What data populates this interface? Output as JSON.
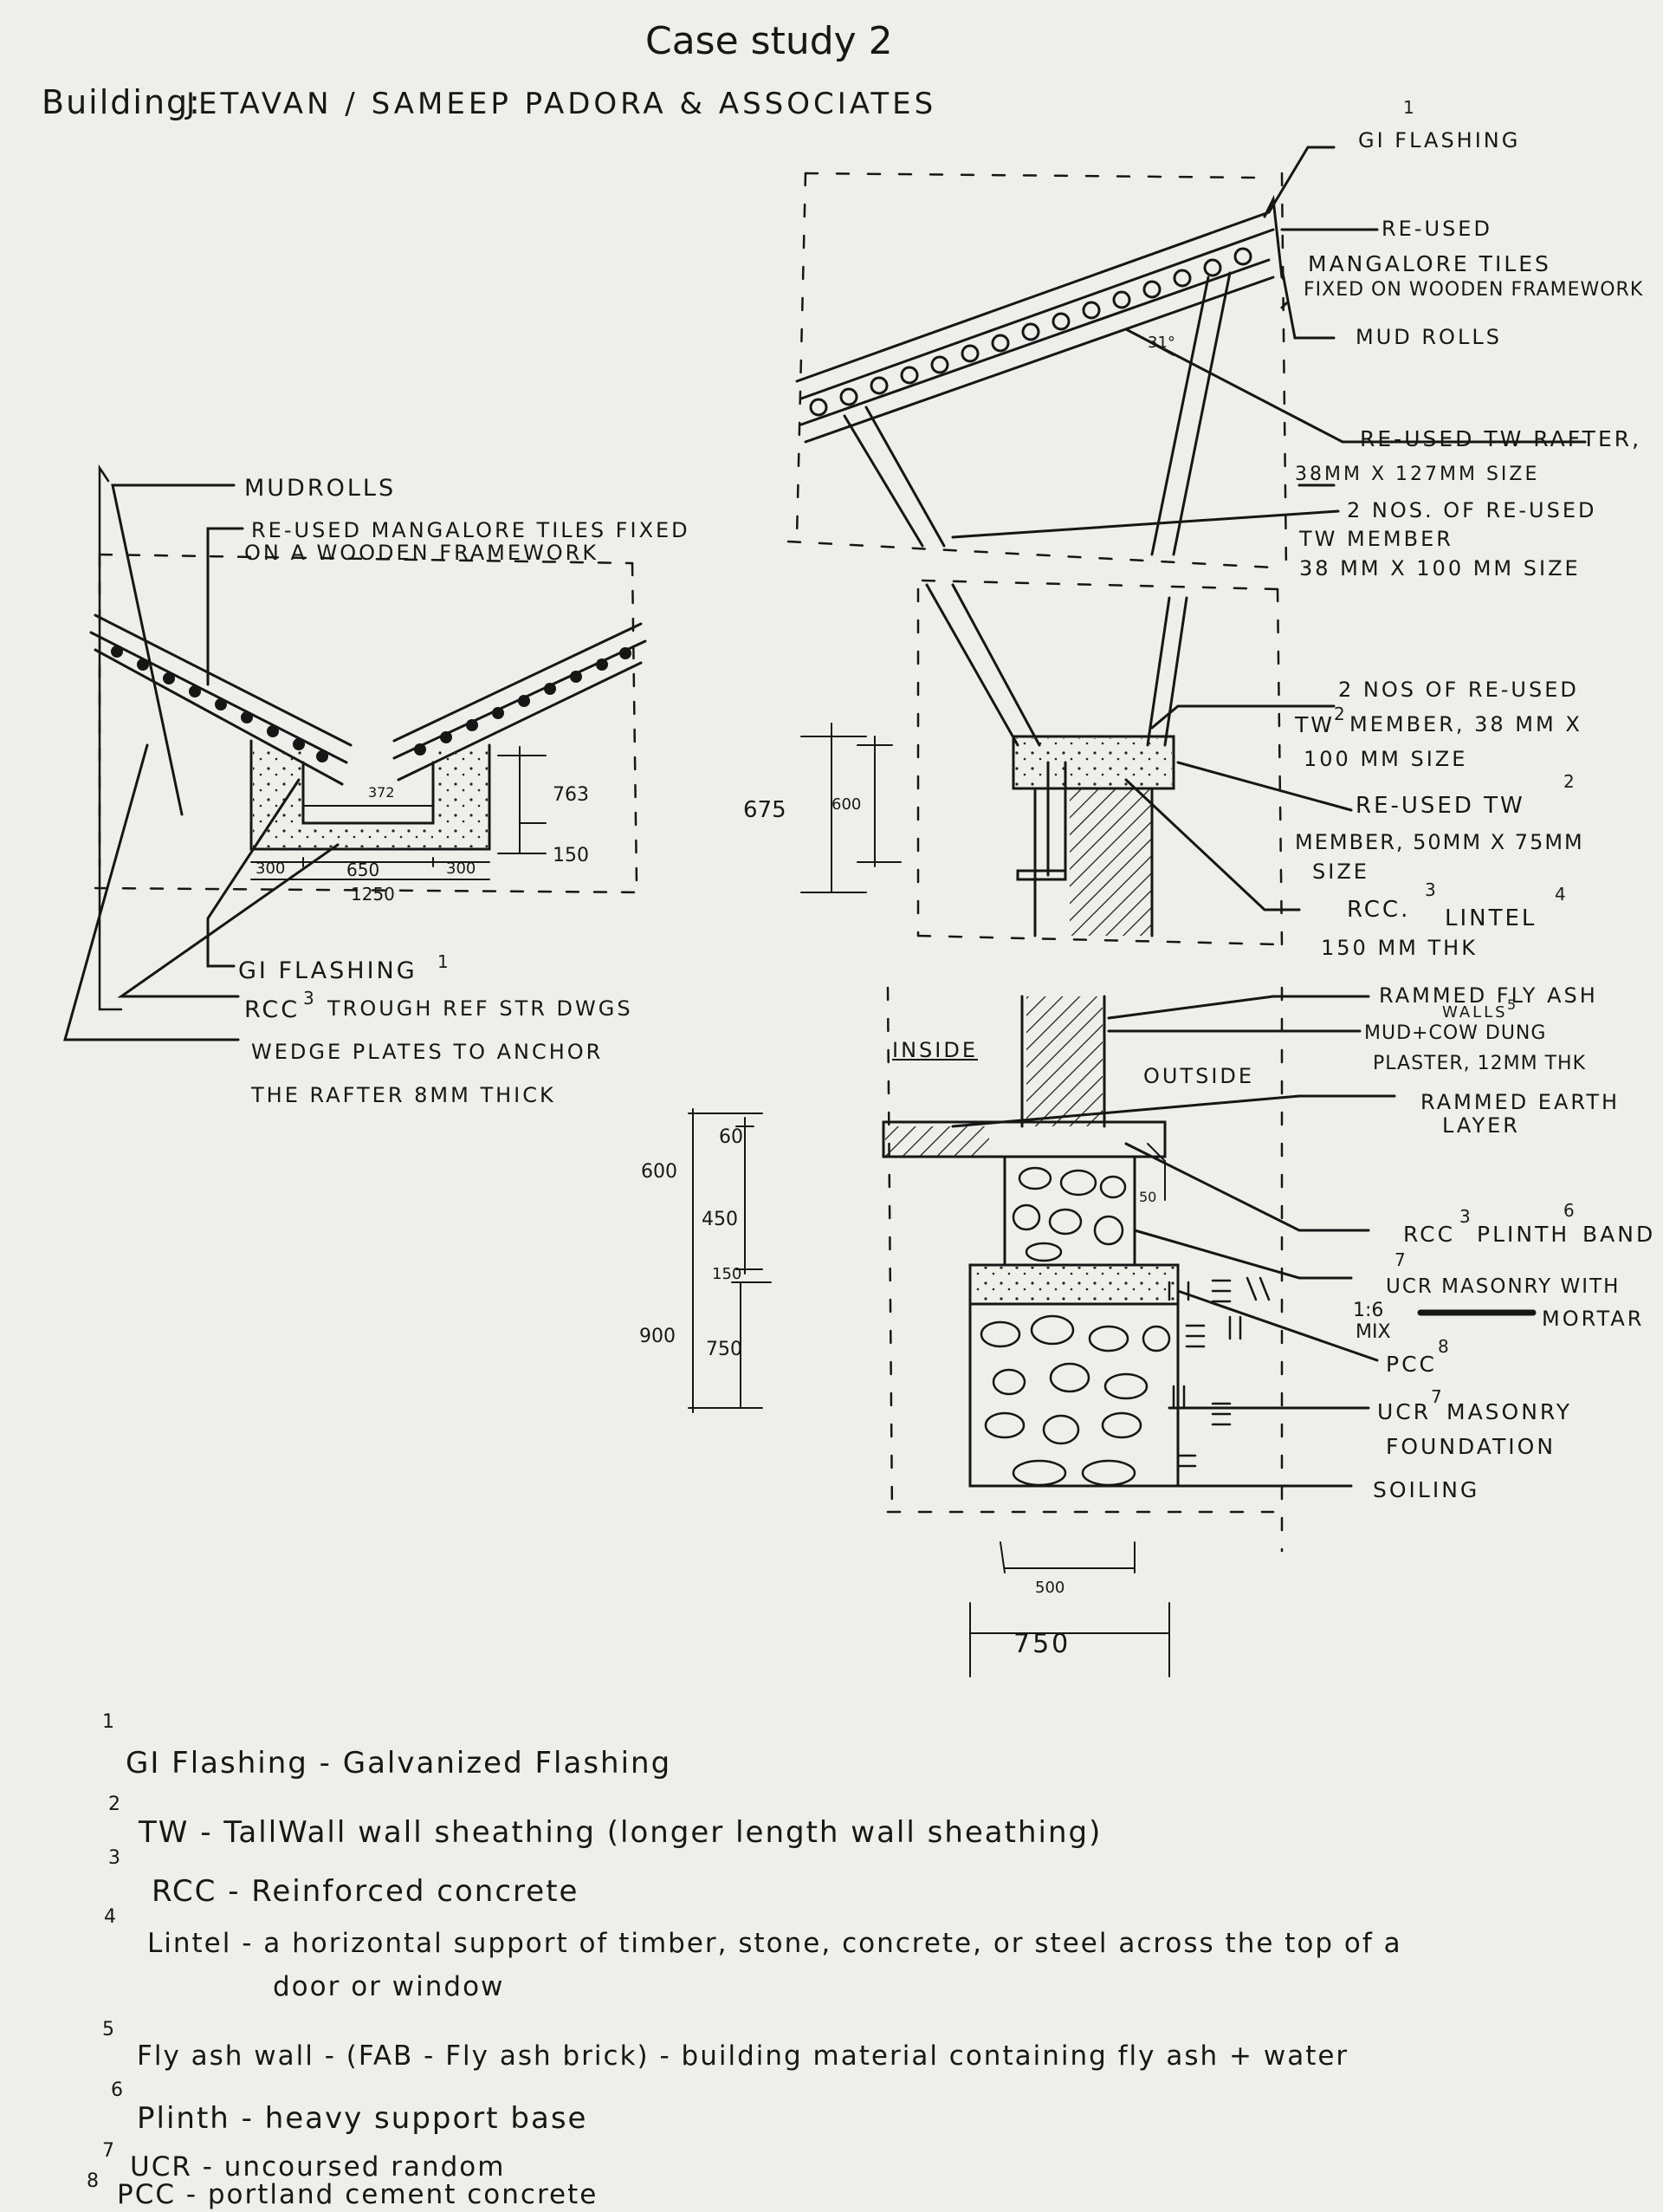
{
  "header": {
    "title": "Case study 2",
    "building_prefix": "Building:",
    "building_name": "JETAVAN / SAMEEP  PADORA & ASSOCIATES"
  },
  "left_detail": {
    "labels": {
      "mudrolls": "MUDROLLS",
      "tiles": "RE-USED MANGALORE TILES FIXED",
      "tiles2": "ON A WOODEN FRAMEWORK",
      "gi": "GI FLASHING",
      "gi_sup": "1",
      "rcc": "RCC",
      "rcc_sup": "3",
      "rcc_rest": "TROUGH REF STR DWGS",
      "wedge": "WEDGE PLATES TO ANCHOR",
      "wedge2": "THE RAFTER 8MM THICK"
    },
    "dims": {
      "d763": "763",
      "d150": "150",
      "d300a": "300",
      "d650": "650",
      "d300b": "300",
      "d1250": "1250",
      "d372": "372"
    }
  },
  "right_top": {
    "labels": {
      "gi": "GI FLASHING",
      "gi_sup": "1",
      "reused": "RE-USED",
      "mangalore": "MANGALORE TILES",
      "fixed": "FIXED ON WOODEN FRAMEWORK",
      "mudrolls": "MUD ROLLS",
      "rafter": "RE-USED TW RAFTER,",
      "rafter2": "38MM X 127MM SIZE",
      "member": "2 NOS. OF RE-USED",
      "member2": "TW MEMBER",
      "member3": "38 MM X 100 MM SIZE",
      "angle": "31°"
    }
  },
  "right_mid": {
    "labels": {
      "nos": "2 NOS OF RE-USED",
      "tw": "TW",
      "tw_sup": "2",
      "tw_rest": "MEMBER, 38 MM X",
      "tw_size": "100 MM SIZE",
      "reusedtw": "RE-USED TW",
      "reusedtw_sup": "2",
      "member50": "MEMBER, 50MM X 75MM",
      "size": "SIZE",
      "rcc": "RCC.",
      "rcc_sup": "3",
      "lintel": "LINTEL",
      "lintel_sup": "4",
      "thk": "150 MM THK"
    },
    "dims": {
      "d675": "675",
      "d600": "600"
    }
  },
  "right_bottom": {
    "labels": {
      "inside": "INSIDE",
      "outside": "OUTSIDE",
      "flyash": "RAMMED FLY ASH",
      "walls": "WALLS",
      "walls_sup": "5",
      "mud": "MUD+COW DUNG",
      "plaster": "PLASTER, 12MM THK",
      "earth": "RAMMED EARTH",
      "layer": "LAYER",
      "plinth": "RCC",
      "plinth_sup": "3",
      "plinth_rest": "PLINTH",
      "plinth_sup2": "6",
      "band": "BAND",
      "ucr": "UCR MASONRY WITH",
      "ucr_sup": "7",
      "mix": "1:6",
      "mix2": "MIX",
      "mortar": "MORTAR",
      "pcc": "PCC",
      "pcc_sup": "8",
      "found": "UCR",
      "found_sup": "7",
      "found_rest": "MASONRY",
      "foundation": "FOUNDATION",
      "soiling": "SOILING"
    },
    "dims": {
      "d600": "600",
      "d60": "60",
      "d450": "450",
      "d150": "150",
      "d900": "900",
      "d750": "750",
      "d50": "50",
      "d500": "500",
      "d750b": "750"
    }
  },
  "notes": [
    {
      "num": "1",
      "text": "GI Flashing - Galvanized Flashing"
    },
    {
      "num": "2",
      "text": "TW - TallWall wall sheathing (longer length wall sheathing)"
    },
    {
      "num": "3",
      "text": "RCC - Reinforced concrete"
    },
    {
      "num": "4",
      "text": "Lintel - a horizontal support of timber, stone, concrete, or steel across the top of a",
      "text2": "door or window"
    },
    {
      "num": "5",
      "text": "Fly ash wall - (FAB - Fly ash brick) - building material containing fly ash + water"
    },
    {
      "num": "6",
      "text": "Plinth - heavy support base"
    },
    {
      "num": "7",
      "text": "UCR - uncoursed random"
    },
    {
      "num": "8",
      "text": "PCC - portland cement concrete"
    }
  ]
}
